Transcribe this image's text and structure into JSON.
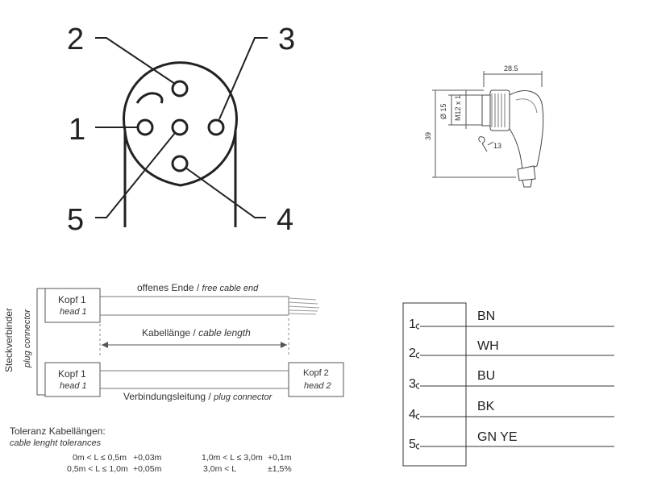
{
  "pinout": {
    "pins": [
      {
        "num": "2"
      },
      {
        "num": "3"
      },
      {
        "num": "1"
      },
      {
        "num": "5"
      },
      {
        "num": "4"
      }
    ]
  },
  "dimensions": {
    "width": "28.5",
    "diameter": "Ø 15",
    "thread": "M12 x 1",
    "height": "39",
    "wrench": "13"
  },
  "cable": {
    "head1_de": "Kopf 1",
    "head1_en": "head 1",
    "head2_de": "Kopf 2",
    "head2_en": "head 2",
    "free_end_de": "offenes Ende /",
    "free_end_en": "free cable end",
    "length_de": "Kabellänge /",
    "length_en": "cable length",
    "connection_de": "Verbindungsleitung /",
    "connection_en": "plug connector",
    "side_de": "Steckverbinder",
    "side_en": "plug connector"
  },
  "tolerances": {
    "title_de": "Toleranz Kabellängen:",
    "title_en": "cable lenght tolerances",
    "rows": [
      {
        "range1": "0m < L ≤ 0,5m",
        "tol1": "+0,03m",
        "range2": "1,0m < L ≤ 3,0m",
        "tol2": "+0,1m"
      },
      {
        "range1": "0,5m < L ≤ 1,0m",
        "tol1": "+0,05m",
        "range2": "3,0m < L",
        "tol2": "±1,5%"
      }
    ]
  },
  "wiring": [
    {
      "pin": "1",
      "color": "BN"
    },
    {
      "pin": "2",
      "color": "WH"
    },
    {
      "pin": "3",
      "color": "BU"
    },
    {
      "pin": "4",
      "color": "BK"
    },
    {
      "pin": "5",
      "color": "GN YE"
    }
  ]
}
